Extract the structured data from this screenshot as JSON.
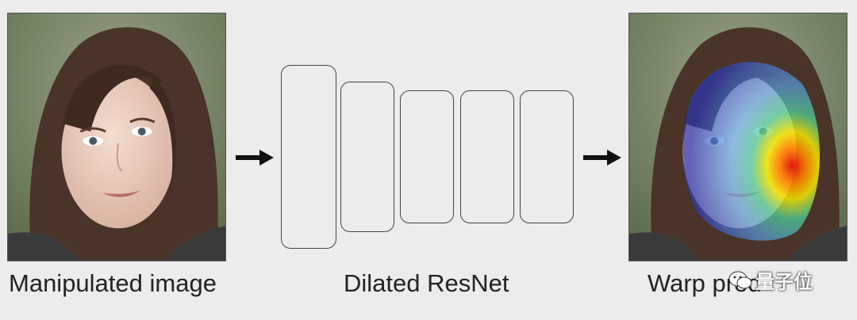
{
  "captions": {
    "input": "Manipulated image",
    "network": "Dilated ResNet",
    "output": "Warp pred"
  },
  "watermark": {
    "text": "量子位",
    "icon": "wechat-icon"
  },
  "colors": {
    "background": "#ececec",
    "block_border": "#444444",
    "arrow": "#111111",
    "heatmap_low": "#2e3ab8",
    "heatmap_high": "#e01010"
  }
}
